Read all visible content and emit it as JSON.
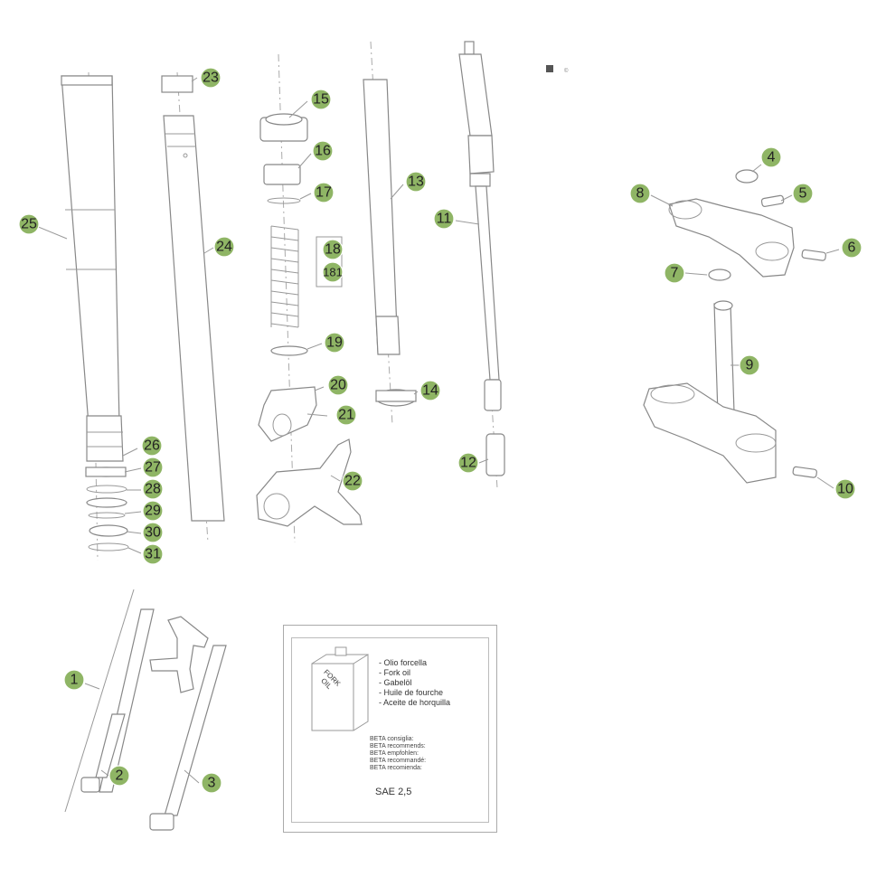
{
  "callouts": [
    {
      "id": "1",
      "label": "1"
    },
    {
      "id": "2",
      "label": "2"
    },
    {
      "id": "3",
      "label": "3"
    },
    {
      "id": "4",
      "label": "4"
    },
    {
      "id": "5",
      "label": "5"
    },
    {
      "id": "6",
      "label": "6"
    },
    {
      "id": "7",
      "label": "7"
    },
    {
      "id": "8",
      "label": "8"
    },
    {
      "id": "9",
      "label": "9"
    },
    {
      "id": "10",
      "label": "10"
    },
    {
      "id": "11",
      "label": "11"
    },
    {
      "id": "12",
      "label": "12"
    },
    {
      "id": "13",
      "label": "13"
    },
    {
      "id": "14",
      "label": "14"
    },
    {
      "id": "15",
      "label": "15"
    },
    {
      "id": "16",
      "label": "16"
    },
    {
      "id": "17",
      "label": "17"
    },
    {
      "id": "18",
      "label": "18"
    },
    {
      "id": "181",
      "label": "181"
    },
    {
      "id": "19",
      "label": "19"
    },
    {
      "id": "20",
      "label": "20"
    },
    {
      "id": "21",
      "label": "21"
    },
    {
      "id": "22",
      "label": "22"
    },
    {
      "id": "23",
      "label": "23"
    },
    {
      "id": "24",
      "label": "24"
    },
    {
      "id": "25",
      "label": "25"
    },
    {
      "id": "26",
      "label": "26"
    },
    {
      "id": "27",
      "label": "27"
    },
    {
      "id": "28",
      "label": "28"
    },
    {
      "id": "29",
      "label": "29"
    },
    {
      "id": "30",
      "label": "30"
    },
    {
      "id": "31",
      "label": "31"
    }
  ],
  "oil_box": {
    "can_label_1": "FORK",
    "can_label_2": "OIL",
    "names": [
      "- Olio forcella",
      "- Fork oil",
      "- Gabelöl",
      "- Huile de fourche",
      "- Aceite de horquilla"
    ],
    "recommend": [
      "BETA consiglia:",
      "BETA recommends:",
      "BETA empfohlen:",
      "BETA recommandé:",
      "BETA recomienda:"
    ],
    "grade": "SAE 2,5"
  },
  "colors": {
    "callout_fill": "#8fb565",
    "line": "#888888"
  }
}
